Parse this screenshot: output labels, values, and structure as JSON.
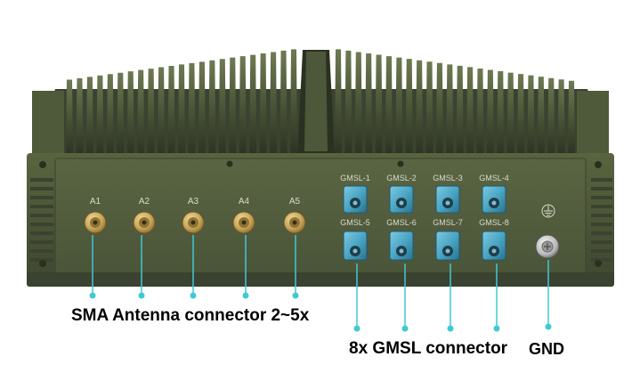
{
  "antennas": [
    {
      "label": "A1"
    },
    {
      "label": "A2"
    },
    {
      "label": "A3"
    },
    {
      "label": "A4"
    },
    {
      "label": "A5"
    }
  ],
  "gmsl_top": [
    {
      "label": "GMSL-1"
    },
    {
      "label": "GMSL-2"
    },
    {
      "label": "GMSL-3"
    },
    {
      "label": "GMSL-4"
    }
  ],
  "gmsl_bottom": [
    {
      "label": "GMSL-5"
    },
    {
      "label": "GMSL-6"
    },
    {
      "label": "GMSL-7"
    },
    {
      "label": "GMSL-8"
    }
  ],
  "captions": {
    "sma": "SMA Antenna connector 2~5x",
    "gmsl": "8x GMSL connector",
    "gnd": "GND"
  },
  "colors": {
    "chassis": "#4b5538",
    "chassis_dark": "#2f3524",
    "panel": "#55603f",
    "gold": "#c9a65a",
    "fakra_blue": "#4aa6c4",
    "callout": "#3fc9d6",
    "label": "#d8dccc"
  },
  "icons": {
    "ground": "ground-symbol-icon"
  }
}
